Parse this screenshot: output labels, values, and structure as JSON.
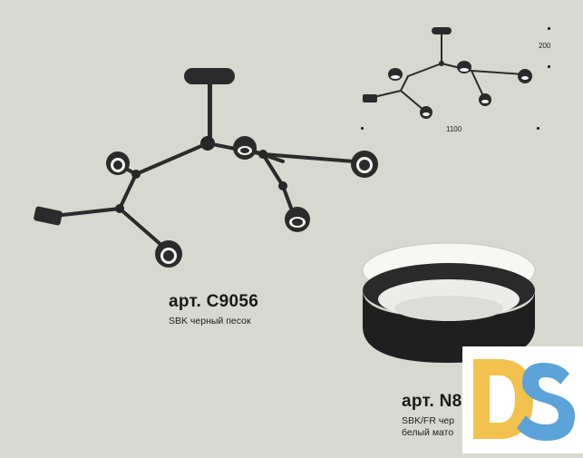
{
  "product1": {
    "title": "арт. C9056",
    "subtitle": "SBK черный песок"
  },
  "product2": {
    "title": "арт. N8",
    "subtitle_line1": "SBK/FR чер",
    "subtitle_line2": "белый мато"
  },
  "dimensions": {
    "height": "200",
    "width": "1100"
  },
  "logo": {
    "text": "DS",
    "color_d": "#f2c14e",
    "color_s": "#5ba3d9"
  },
  "colors": {
    "background": "#d7d8cf",
    "metal": "#2b2b2b",
    "shade_white": "#f3f3f0"
  }
}
